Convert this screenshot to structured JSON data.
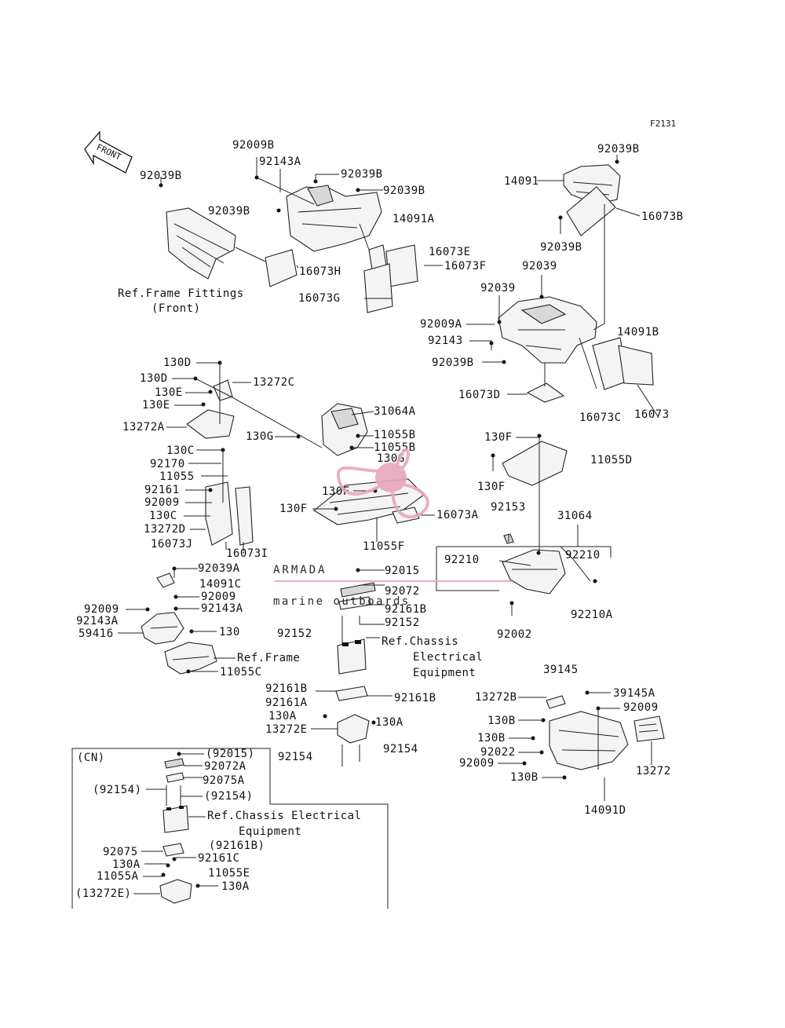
{
  "diagram_code": "F2131",
  "front_arrow": "FRONT",
  "labels": [
    "92009B",
    "92143A",
    "92039B",
    "92039B",
    "92039B",
    "14091A",
    "92039B",
    "16073E",
    "16073F",
    "16073H",
    "16073G",
    "Ref.Frame Fittings",
    "(Front)",
    "92039B",
    "14091",
    "16073B",
    "92039B",
    "92039",
    "92039",
    "92009A",
    "92143",
    "14091B",
    "92039B",
    "16073D",
    "16073C",
    "16073",
    "130D",
    "130D",
    "13272C",
    "130E",
    "130E",
    "13272A",
    "31064A",
    "130G",
    "11055B",
    "11055B",
    "130G",
    "130C",
    "92170",
    "11055",
    "92161",
    "92009",
    "130C",
    "13272D",
    "16073J",
    "16073I",
    "130F",
    "16073A",
    "130F",
    "11055F",
    "130F",
    "11055D",
    "130F",
    "92153",
    "31064",
    "92210",
    "92210",
    "92210A",
    "92002",
    "92039A",
    "14091C",
    "92009",
    "92143A",
    "92009",
    "92143A",
    "59416",
    "130",
    "Ref.Frame",
    "11055C",
    "92015",
    "92072",
    "92161B",
    "92152",
    "92152",
    "Ref.Chassis",
    "Electrical",
    "Equipment",
    "92161B",
    "92161A",
    "92161B",
    "130A",
    "130A",
    "13272E",
    "92154",
    "92154",
    "39145",
    "13272B",
    "39145A",
    "130B",
    "92009",
    "130B",
    "92022",
    "92009",
    "130B",
    "13272",
    "14091D"
  ],
  "inset": {
    "title": "(CN)",
    "labels": [
      "(92015)",
      "92072A",
      "92075A",
      "(92154)",
      "(92154)",
      "Ref.Chassis Electrical",
      "Equipment",
      "92075",
      "(92161B)",
      "92161C",
      "130A",
      "11055A",
      "11055E",
      "(13272E)",
      "130A"
    ]
  },
  "watermark": {
    "brand": "ARMADA",
    "tagline": "marine outboards",
    "accent_color": "#e8a6bd",
    "text_color": "#8a8a8a"
  }
}
